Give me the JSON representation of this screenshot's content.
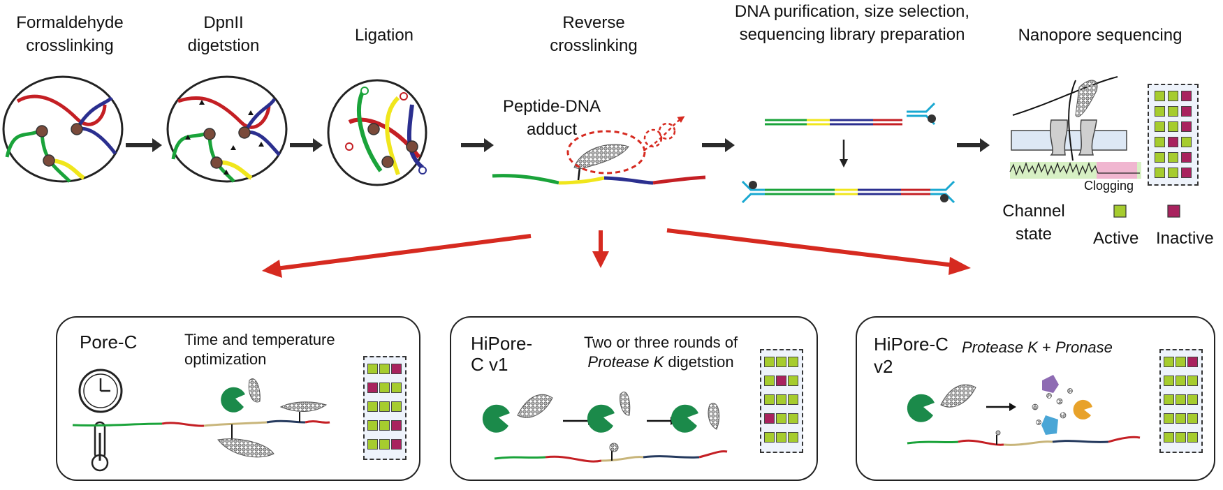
{
  "colors": {
    "dna_green": "#1aa33a",
    "dna_yellow": "#f0e61c",
    "dna_blue": "#2b2f8f",
    "dna_red": "#c41f24",
    "dna_tan": "#c8b57a",
    "dna_navy": "#253a5e",
    "active": "#a6cc2e",
    "inactive": "#a8225e",
    "arrow_red": "#d62a20",
    "arrow_dark": "#2b2b2b",
    "adapter_cyan": "#19a8d1",
    "protease_green": "#1b8a4a",
    "pronase_purple": "#8e6bb3",
    "pronase_orange": "#e8a22a",
    "pronase_blue": "#4aa6d6"
  },
  "steps": {
    "crosslinking": "Formaldehyde crosslinking",
    "digestion": "DpnII digetstion",
    "ligation": "Ligation",
    "reverse": "Reverse crosslinking",
    "purification": "DNA purification, size selection, sequencing library preparation",
    "nanopore": "Nanopore sequencing"
  },
  "labels": {
    "adduct": "Peptide-DNA adduct",
    "clogging": "Clogging",
    "channel_state": "Channel state",
    "active": "Active",
    "inactive": "Inactive"
  },
  "panels": {
    "porec": {
      "title": "Pore-C",
      "subtitle": "Time and temperature optimization",
      "icons": [
        "clock-icon",
        "thermometer-icon"
      ],
      "grid": [
        [
          "a",
          "a",
          "i"
        ],
        [
          "i",
          "a",
          "a"
        ],
        [
          "a",
          "a",
          "a"
        ],
        [
          "a",
          "a",
          "i"
        ],
        [
          "a",
          "a",
          "i"
        ]
      ]
    },
    "v1": {
      "title": "HiPore-C v1",
      "subtitle_plain": "Two or three rounds of",
      "subtitle_italic": "Protease K",
      "subtitle_tail": "digetstion",
      "grid": [
        [
          "a",
          "a",
          "a"
        ],
        [
          "a",
          "i",
          "a"
        ],
        [
          "a",
          "a",
          "a"
        ],
        [
          "i",
          "a",
          "a"
        ],
        [
          "a",
          "a",
          "a"
        ]
      ]
    },
    "v2": {
      "title": "HiPore-C v2",
      "enzyme1": "Protease K",
      "plus": "+",
      "enzyme2": "Pronase",
      "grid": [
        [
          "a",
          "a",
          "i"
        ],
        [
          "a",
          "a",
          "a"
        ],
        [
          "a",
          "a",
          "a"
        ],
        [
          "a",
          "a",
          "a"
        ],
        [
          "a",
          "a",
          "a"
        ]
      ]
    }
  },
  "top_grid": [
    [
      "a",
      "a",
      "i"
    ],
    [
      "a",
      "a",
      "i"
    ],
    [
      "a",
      "a",
      "i"
    ],
    [
      "a",
      "i",
      "a"
    ],
    [
      "a",
      "a",
      "i"
    ],
    [
      "a",
      "a",
      "i"
    ]
  ]
}
